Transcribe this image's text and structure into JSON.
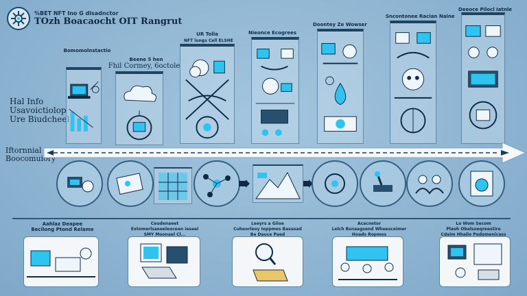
{
  "header": {
    "subtitle": "%BET NFT Ino G dlsadnctor",
    "title": "TOzh Boacaocht OIT Rangrut",
    "logo_icon": "network-gear-icon"
  },
  "left_side": {
    "title_lines": [
      "Hal Info",
      "Usavoictiolop",
      "Ure Biudcheel"
    ],
    "axis_lines": [
      "Iftornnial",
      "Boocomuiory"
    ]
  },
  "columns": [
    {
      "label": "Bomomolnstactio",
      "sub": ""
    },
    {
      "label": "Beene 5 hen",
      "sub": "Fhil Cormey, 6octole"
    },
    {
      "label": "UR Tolla",
      "sub": "NFT lungs Cell ELSHE"
    },
    {
      "label": "Nieonce Ecogrees",
      "sub": ""
    },
    {
      "label": "Doontey Ze Wowser",
      "sub": ""
    },
    {
      "label": "Sncontonee Racian Naine",
      "sub": ""
    },
    {
      "label": "Deeoce Pilocl Iatnle",
      "sub": ""
    }
  ],
  "bottom_cards": [
    {
      "label_lines": [
        "Aahlaz Deapee",
        "Becilong Ptond Relame"
      ]
    },
    {
      "label_lines": [
        "Ceudenaeet",
        "Extomerlsaeeeleoceen ieseel",
        "SMY Moonael Cl..."
      ]
    },
    {
      "label_lines": [
        "Leeyrs a Giioe",
        "Cuheorleoy Ioppmes Bassoad",
        "Be Dauce Paed"
      ]
    },
    {
      "label_lines": [
        "Acacnetor",
        "Lelch Bsnaagsend Wheesceimer",
        "Hoads Ropmos"
      ]
    },
    {
      "label_lines": [
        "Lo Wom Secom",
        "Plaoh Obalsoeqreestire",
        "Cdaim Hhalio Pedomenicass"
      ]
    }
  ],
  "colors": {
    "background": "#8fb6d4",
    "dark_blue": "#1d4563",
    "accent_cyan": "#2fc3ef",
    "timeline": "#f5f8fb"
  }
}
